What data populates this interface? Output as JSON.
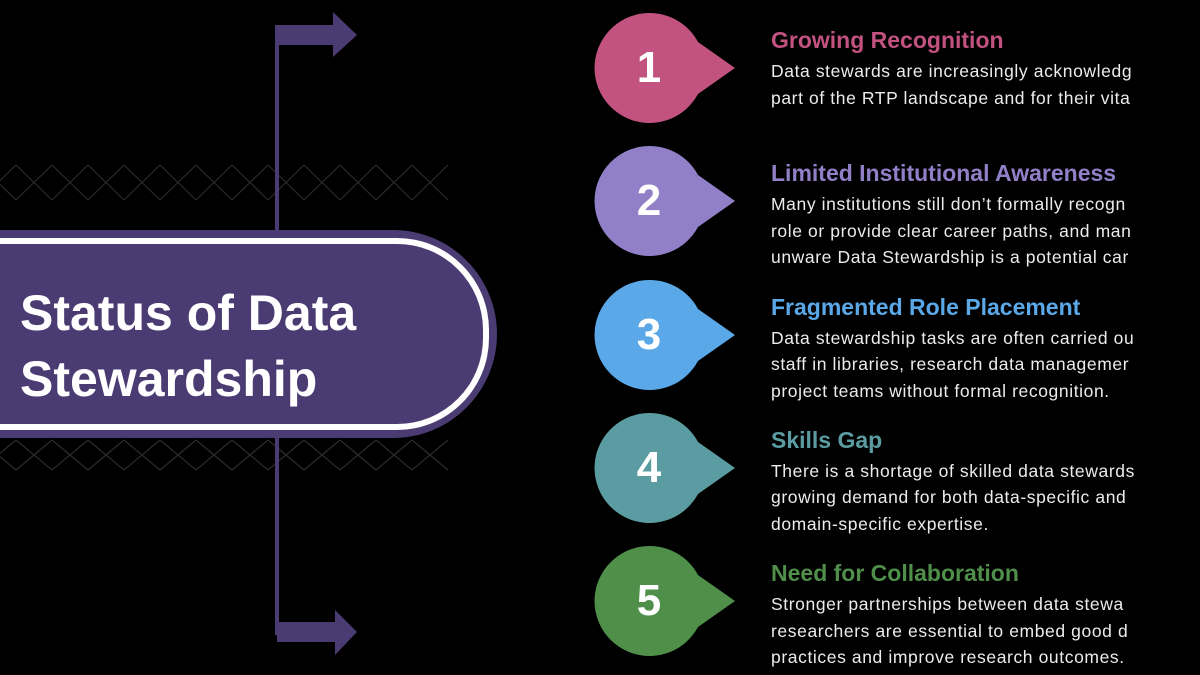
{
  "title": "Status of Data Stewardship",
  "colors": {
    "hub": "#4a3b72",
    "connector": "#4a3b72",
    "background": "#000000"
  },
  "items": [
    {
      "number": "1",
      "title": "Growing Recognition",
      "color": "#c2527f",
      "body": [
        "Data stewards are increasingly acknowledg",
        "part of the RTP landscape and for their vita"
      ]
    },
    {
      "number": "2",
      "title": "Limited Institutional Awareness",
      "color": "#9180c8",
      "body": [
        "Many institutions still don’t formally recogn",
        "role or provide clear career paths, and man",
        "unware Data Stewardship is a potential car"
      ]
    },
    {
      "number": "3",
      "title": "Fragmented Role Placement",
      "color": "#5aa8e8",
      "body": [
        "Data stewardship tasks are often carried ou",
        "staff in libraries, research data managemer",
        "project teams without formal recognition."
      ]
    },
    {
      "number": "4",
      "title": "Skills Gap",
      "color": "#5a9ca2",
      "body": [
        "There is a shortage of skilled data stewards",
        "growing demand for both data-specific and",
        "domain-specific expertise."
      ]
    },
    {
      "number": "5",
      "title": "Need for Collaboration",
      "color": "#4f8f4a",
      "body": [
        "Stronger partnerships between data stewa",
        "researchers are essential to embed good d",
        "practices and improve research outcomes."
      ]
    }
  ]
}
